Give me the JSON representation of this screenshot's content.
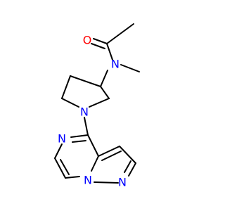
{
  "molecule": {
    "atoms": [
      {
        "id": "O1",
        "label": "O",
        "color": "#ff0000"
      },
      {
        "id": "N1",
        "label": "N",
        "color": "#0000ff"
      },
      {
        "id": "N2",
        "label": "N",
        "color": "#0000ff"
      },
      {
        "id": "N3",
        "label": "N",
        "color": "#0000ff"
      },
      {
        "id": "N4",
        "label": "N",
        "color": "#0000ff"
      },
      {
        "id": "N5",
        "label": "N",
        "color": "#0000ff"
      }
    ],
    "bond_color": "#000000"
  }
}
